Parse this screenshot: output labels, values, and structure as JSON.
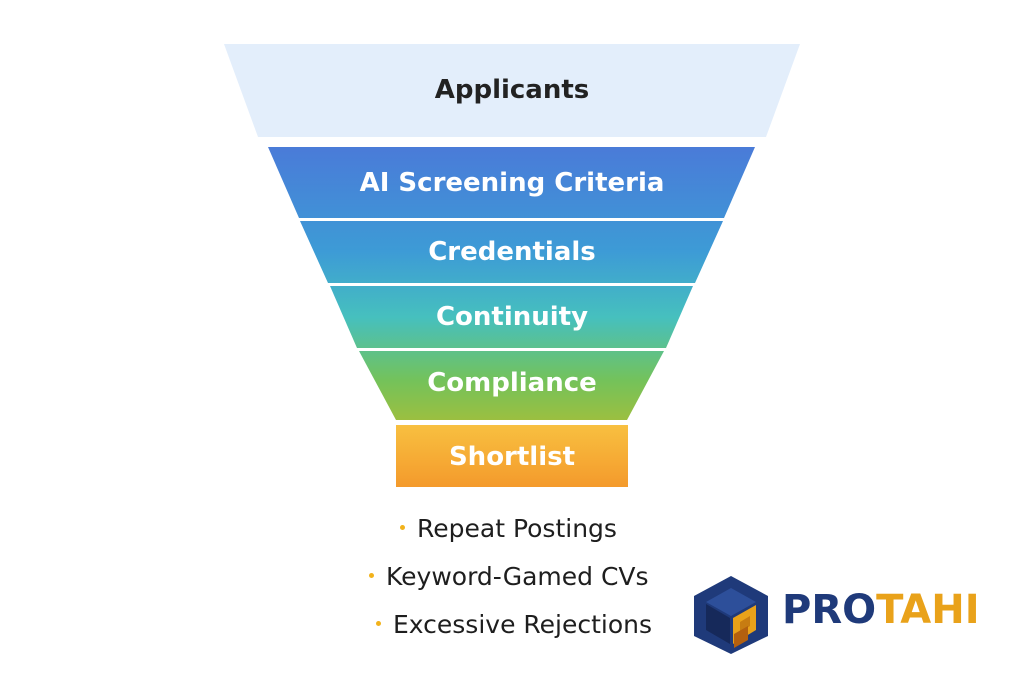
{
  "funnel": {
    "stages": [
      {
        "label": "Applicants",
        "color": "#e3eefb",
        "text_color": "#222222"
      },
      {
        "label": "AI Screening Criteria",
        "color": "#4a7fd6",
        "text_color": "#ffffff"
      },
      {
        "label": "Credentials",
        "color": "#3a9ad4",
        "text_color": "#ffffff"
      },
      {
        "label": "Continuity",
        "color": "#43bcc2",
        "text_color": "#ffffff"
      },
      {
        "label": "Compliance",
        "color": "#6fbf5a",
        "text_color": "#ffffff"
      },
      {
        "label": "Shortlist",
        "color": "#f5a530",
        "text_color": "#ffffff"
      }
    ]
  },
  "bullets": {
    "dot_color": "#f2b21b",
    "items": [
      {
        "label": "Repeat Postings"
      },
      {
        "label": "Keyword-Gamed CVs"
      },
      {
        "label": "Excessive Rejections"
      }
    ]
  },
  "logo": {
    "text_part1": "PRO",
    "text_part2": "TAHI",
    "color_part1": "#1f3a7a",
    "color_part2": "#e9a21a"
  }
}
